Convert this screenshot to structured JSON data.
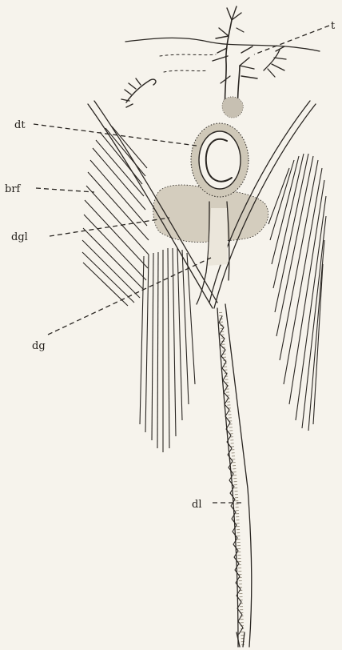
{
  "labels": {
    "t": "t",
    "dt": "dt",
    "brf": "brf",
    "dgl": "dgl",
    "dg": "dg",
    "dl": "dl"
  }
}
